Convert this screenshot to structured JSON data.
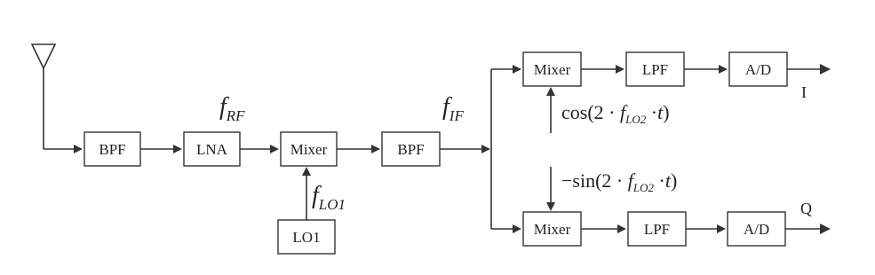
{
  "blocks": {
    "bpf1": "BPF",
    "lna": "LNA",
    "mixer1": "Mixer",
    "lo1": "LO1",
    "bpf2": "BPF",
    "mixer_i": "Mixer",
    "lpf_i": "LPF",
    "adc_i": "A/D",
    "mixer_q": "Mixer",
    "lpf_q": "LPF",
    "adc_q": "A/D"
  },
  "signals": {
    "rf": {
      "f": "f",
      "sub": "RF"
    },
    "lo1": {
      "f": "f",
      "sub": "LO1"
    },
    "if": {
      "f": "f",
      "sub": "IF"
    }
  },
  "oscillators": {
    "i_prefix": "cos(2",
    "q_prefix": "−sin(2",
    "dot1": " · ",
    "f": "f",
    "sub": "LO2",
    "suffix": " ·",
    "t": "t",
    "close": ")"
  },
  "outputs": {
    "i": "I",
    "q": "Q"
  }
}
